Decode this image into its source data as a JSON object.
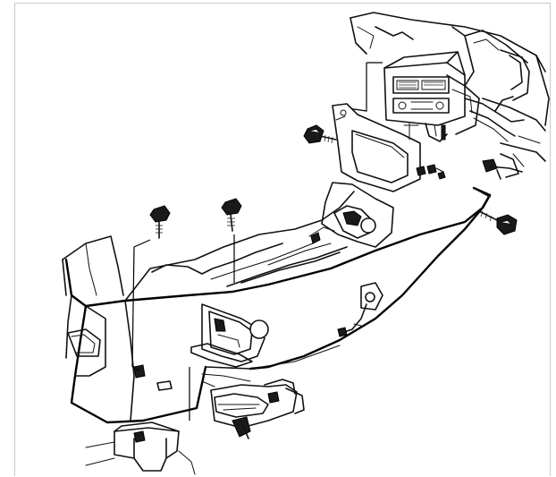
{
  "figure": {
    "kind": "exploded-view line drawing",
    "colors": {
      "line": "#111111",
      "background": "#ffffff",
      "frame": "#c8c8c8"
    },
    "fasteners": [
      {
        "id": "bolt-upper",
        "icon": "bolt-icon"
      },
      {
        "id": "bolt-right",
        "icon": "bolt-icon"
      },
      {
        "id": "bolt-left-a",
        "icon": "bolt-icon"
      },
      {
        "id": "bolt-left-b",
        "icon": "bolt-icon"
      },
      {
        "id": "clip-small",
        "icon": "clip-icon"
      }
    ]
  }
}
